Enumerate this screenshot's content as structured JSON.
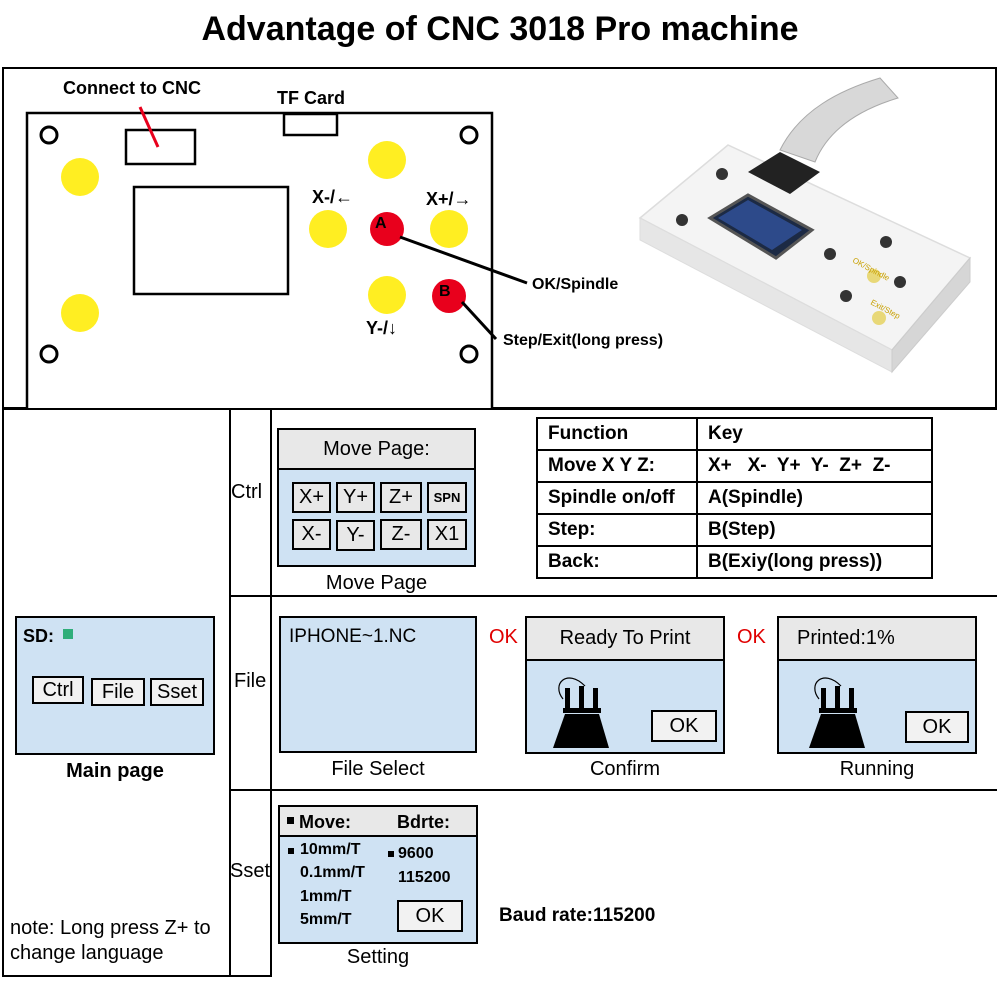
{
  "title": "Advantage of CNC 3018 Pro machine",
  "board": {
    "connect_label": "Connect to CNC",
    "tf_label": "TF Card",
    "x_minus": "X-/←",
    "x_plus": "X+/→",
    "y_minus": "Y-/↓",
    "key_a": "A",
    "key_b": "B",
    "ok_spindle": "OK/Spindle",
    "step_exit": "Step/Exit(long press)"
  },
  "device_photo": {
    "labels": [
      "OK/Spindle",
      "Exit/Step"
    ]
  },
  "main_page": {
    "sd_label": "SD:",
    "buttons": [
      "Ctrl",
      "File",
      "Sset"
    ],
    "caption": "Main page"
  },
  "rows": {
    "ctrl": "Ctrl",
    "file": "File",
    "sset": "Sset"
  },
  "move_page": {
    "header": "Move Page:",
    "keys": [
      "X+",
      "Y+",
      "Z+",
      "SPN",
      "X-",
      "Y-",
      "Z-",
      "X1"
    ],
    "caption": "Move Page"
  },
  "function_table": {
    "headers": [
      "Function",
      "Key"
    ],
    "rows": [
      [
        "Move X Y Z:",
        "X+   X-  Y+  Y-  Z+  Z-"
      ],
      [
        "Spindle on/off",
        "A(Spindle)"
      ],
      [
        "Step:",
        "B(Step)"
      ],
      [
        "Back:",
        "B(Exiy(long press))"
      ]
    ]
  },
  "file_flow": {
    "file_select_text": "IPHONE~1.NC",
    "file_select_caption": "File Select",
    "ok_arrow_1": "OK",
    "confirm_header": "Ready To Print",
    "confirm_ok": "OK",
    "confirm_caption": "Confirm",
    "ok_arrow_2": "OK",
    "running_header": "Printed:1%",
    "running_ok": "OK",
    "running_caption": "Running"
  },
  "setting": {
    "move_label": "Move:",
    "bdrte_label": "Bdrte:",
    "move_options": [
      "10mm/T",
      "0.1mm/T",
      "1mm/T",
      "5mm/T"
    ],
    "baud_options": [
      "9600",
      "115200"
    ],
    "ok": "OK",
    "caption": "Setting",
    "baud_note": "Baud rate:115200"
  },
  "note": "note: Long press Z+ to change language",
  "colors": {
    "yellow_button": "#ffee22",
    "red_button": "#e8001c",
    "screen_blue": "#cfe2f3",
    "ok_red": "#e00000",
    "sd_green": "#2fae7a"
  }
}
